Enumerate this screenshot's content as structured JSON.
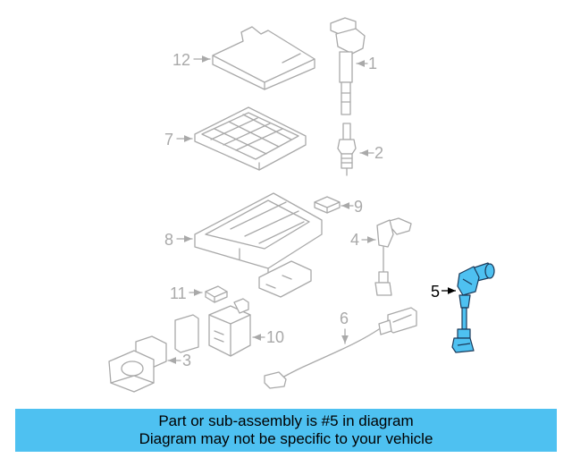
{
  "callouts": {
    "c1": "1",
    "c2": "2",
    "c3": "3",
    "c4": "4",
    "c5": "5",
    "c6": "6",
    "c7": "7",
    "c8": "8",
    "c9": "9",
    "c10": "10",
    "c11": "11",
    "c12": "12"
  },
  "highlighted_part": "5",
  "colors": {
    "highlight": "#4ec1f1",
    "parts": "#a9a9a9",
    "banner": "#4ec1f1"
  },
  "banner": {
    "line1": "Part or sub-assembly is #5 in diagram",
    "line2": "Diagram may not be specific to your vehicle"
  }
}
